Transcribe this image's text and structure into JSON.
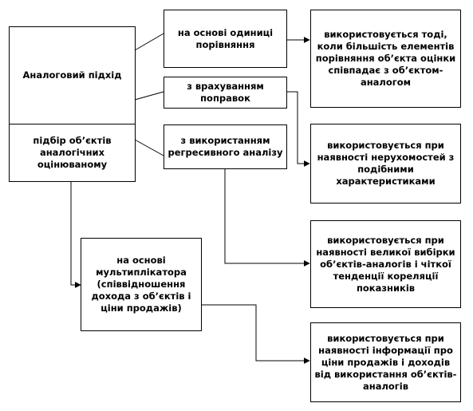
{
  "main": {
    "title": "Аналоговий підхід",
    "subtitle": "підбір об’єктів аналогічних оцінюваному"
  },
  "methods": [
    {
      "label": "на основі одиниці порівняння"
    },
    {
      "label": "з врахуванням поправок"
    },
    {
      "label": "з використанням регресивного аналізу"
    },
    {
      "label": "на основі мультиплікатора (співвідношення дохода з об’єктів і ціни продажів)"
    }
  ],
  "conditions": [
    {
      "label": "використовується тоді, коли більшість елементів порівняння об’єкта оцінки співпадає з об’єктом-аналогом"
    },
    {
      "label": "використовується при наявності нерухомостей з подібними характеристиками"
    },
    {
      "label": "використовується при наявності великої вибірки об’єктів-аналогів і чіткої тенденції кореляції показників"
    },
    {
      "label": "використовується при наявності інформації про ціни продажів і доходів від використання об’єктів-аналогів"
    }
  ]
}
